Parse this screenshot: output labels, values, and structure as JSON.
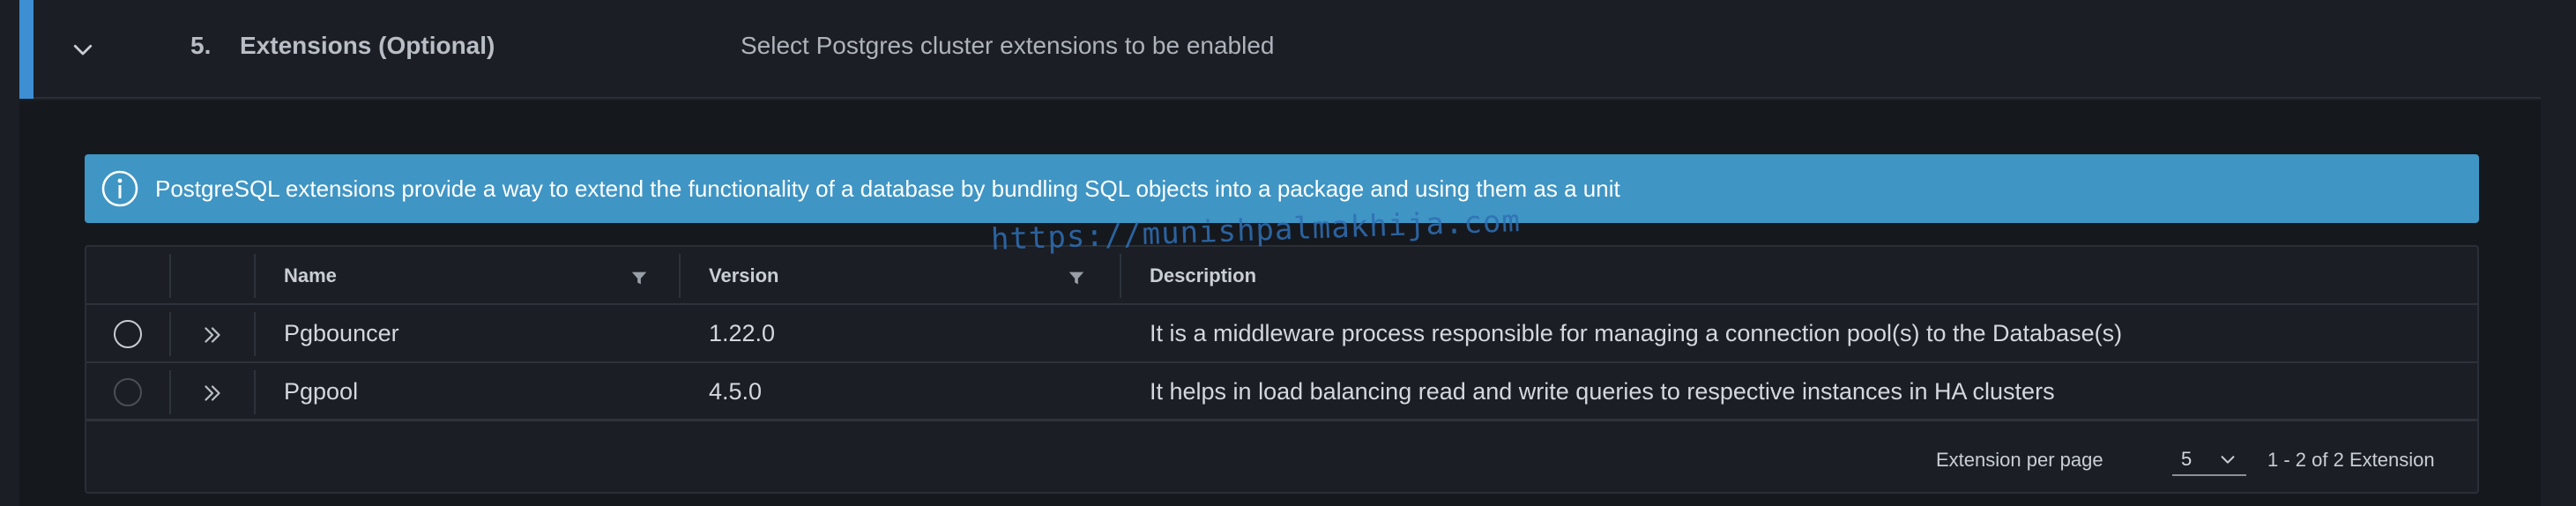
{
  "step": {
    "number": "5.",
    "title": "Extensions (Optional)",
    "description": "Select Postgres cluster extensions to be enabled"
  },
  "alert": {
    "text": "PostgreSQL extensions provide a way to extend the functionality of a database by bundling SQL objects into a package and using them as a unit"
  },
  "table": {
    "columns": [
      "Name",
      "Version",
      "Description"
    ],
    "rows": [
      {
        "name": "Pgbouncer",
        "version": "1.22.0",
        "description": "It is a middleware process responsible for managing a connection pool(s) to the Database(s)"
      },
      {
        "name": "Pgpool",
        "version": "4.5.0",
        "description": "It helps in load balancing read and write queries to respective instances in HA clusters"
      }
    ]
  },
  "pagination": {
    "per_page_label": "Extension per page",
    "per_page_value": "5",
    "range": "1 - 2 of 2 Extension"
  },
  "watermark": "https://munishpalmakhija.com",
  "colors": {
    "accent": "#3d8fd4",
    "alert_bg": "#3f95c4",
    "background": "#1b1e24"
  }
}
